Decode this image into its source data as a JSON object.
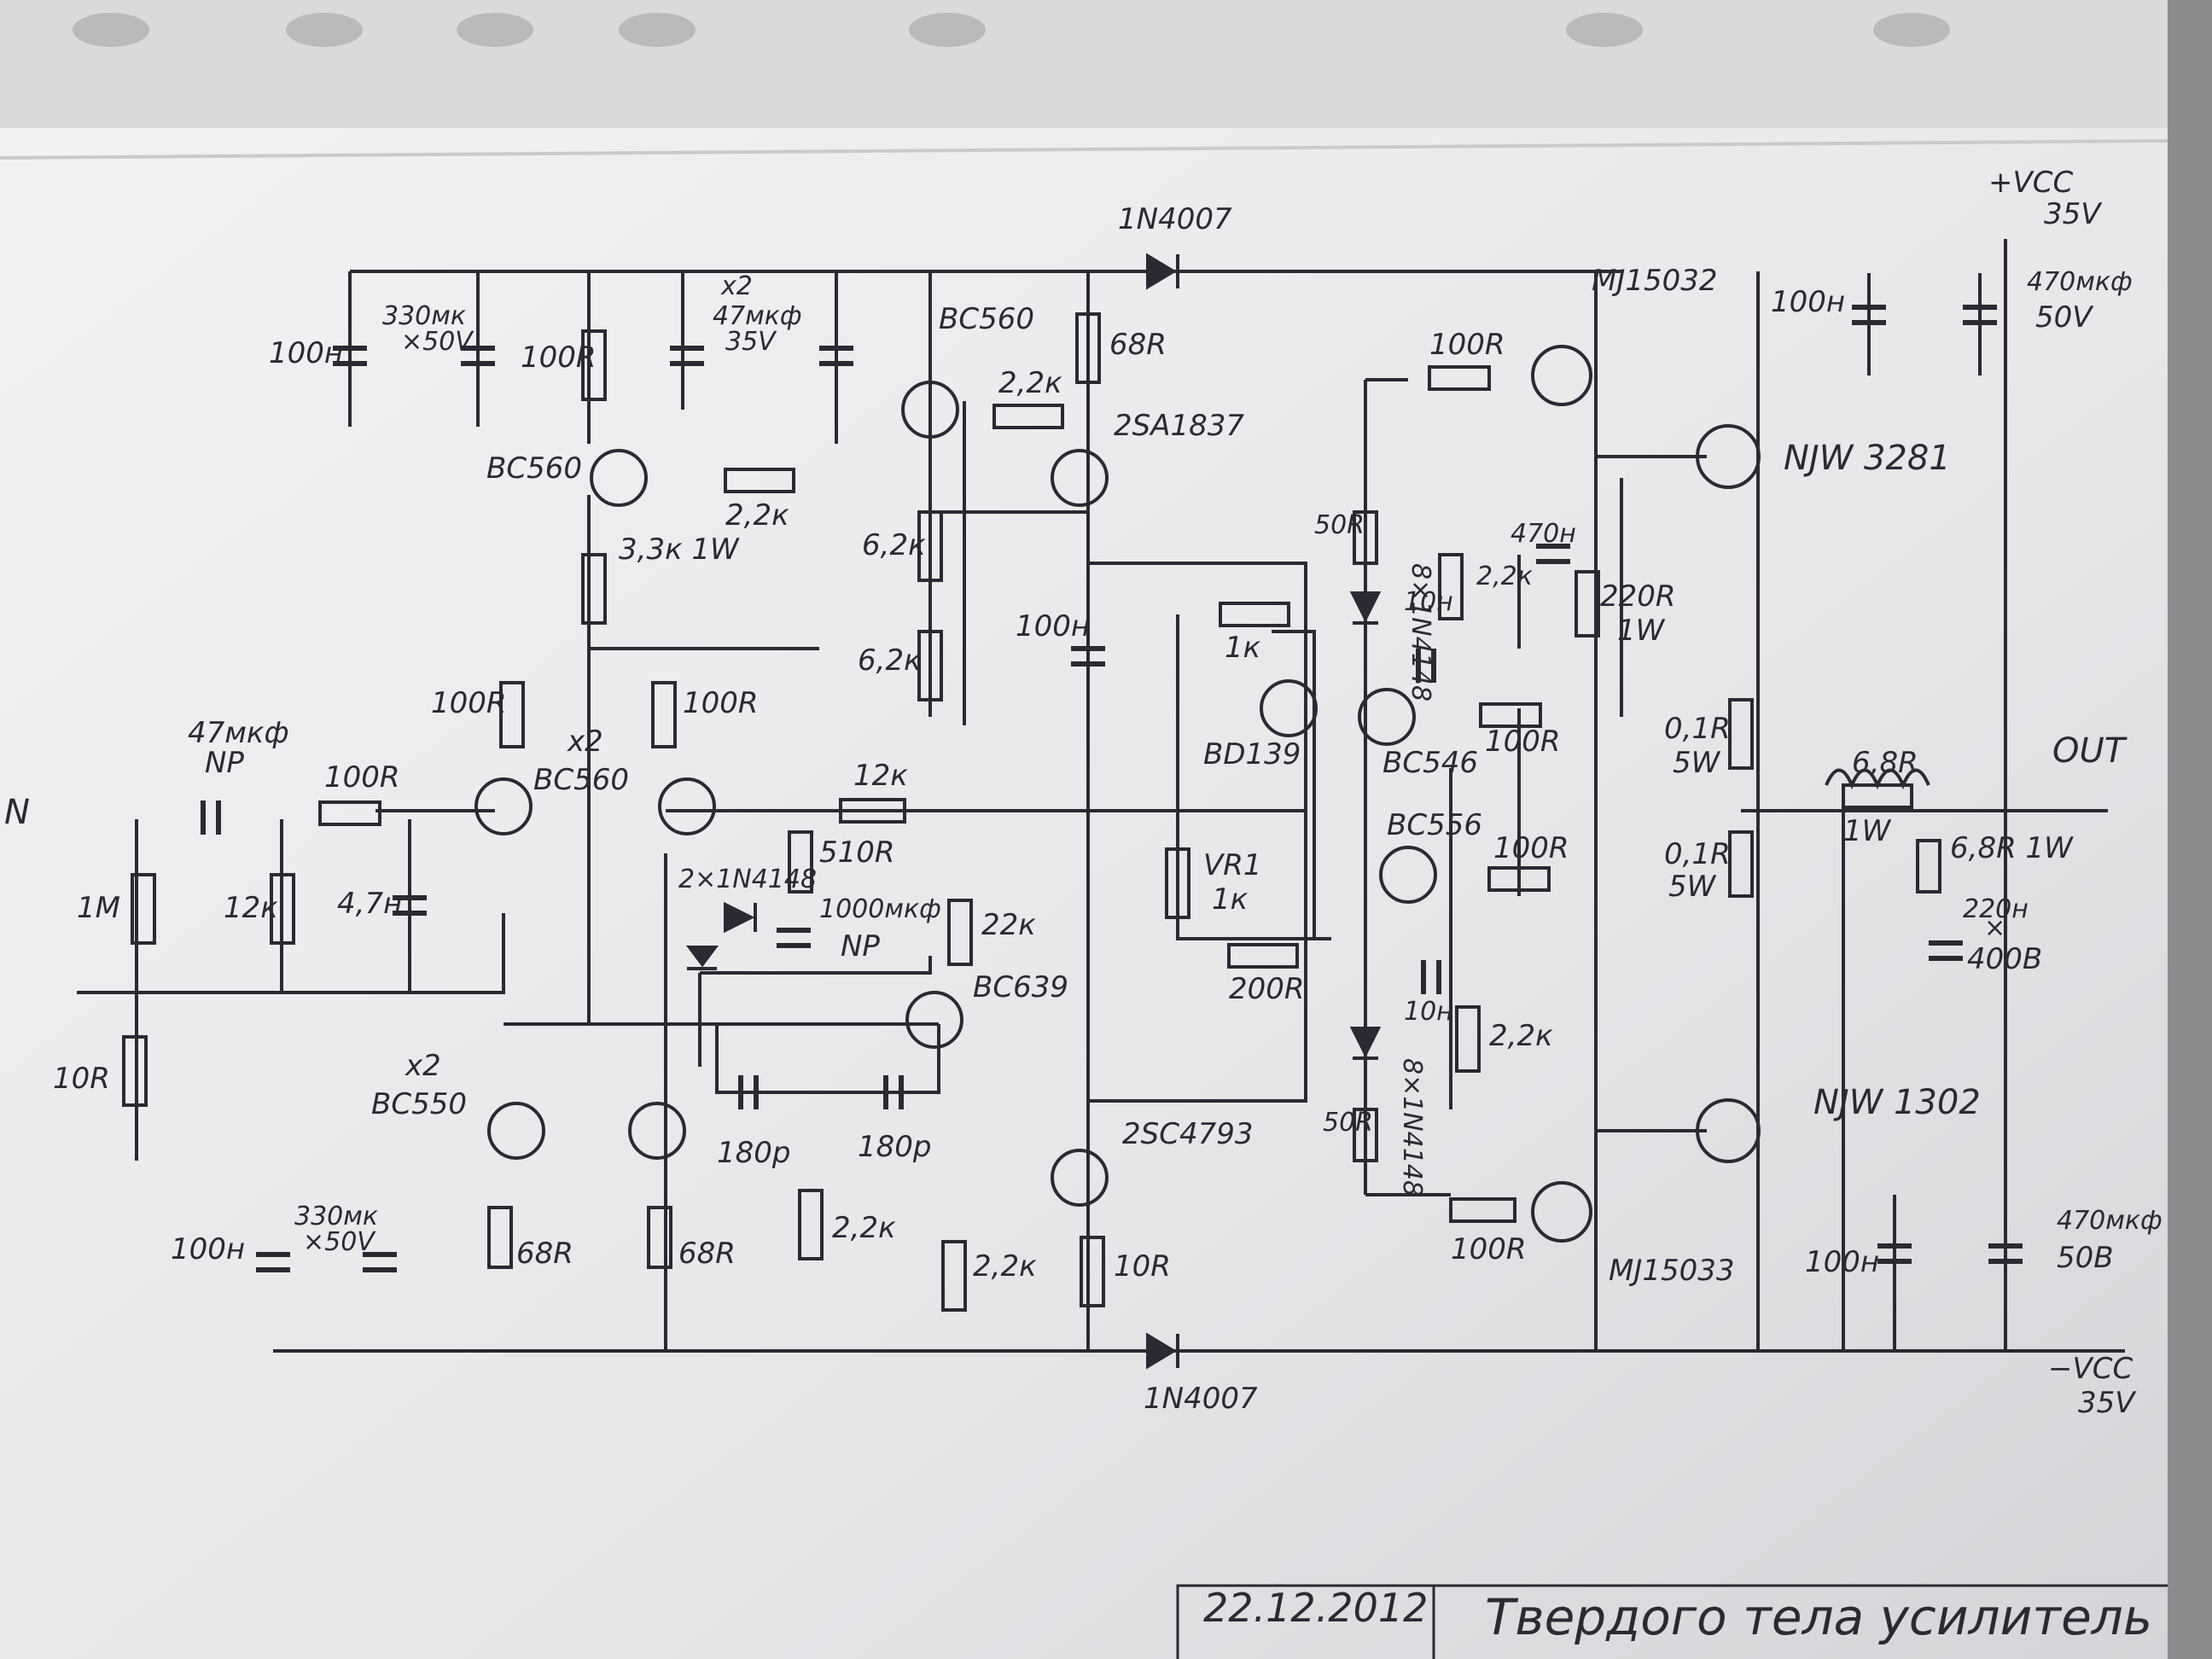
{
  "colors": {
    "paper": "#e9eaec",
    "ink": "#2a2a33",
    "plastic": "#d8d9da",
    "background": "#8a8c8e"
  },
  "title_block": {
    "date": "22.12.2012",
    "title": "Твердого тела усилитель"
  },
  "rails": {
    "pos_label": "+VCC",
    "pos_value": "35V",
    "neg_label": "−VCC",
    "neg_value": "35V",
    "diode_top": "1N4007",
    "diode_bottom": "1N4007"
  },
  "io": {
    "input": "N",
    "output": "OUT"
  },
  "transistors": {
    "q_bc560_top": "BC560",
    "q_bc560_mid": "BC560",
    "q_bc560_x2": "x2",
    "q_2sa1837": "2SA1837",
    "q_2sc4793": "2SC4793",
    "q_bc639": "BC639",
    "q_bc550_x2": "x2",
    "q_bc550": "BC550",
    "q_bd139": "BD139",
    "q_bc546": "BC546",
    "q_bc556": "BC556",
    "q_mj15032": "MJ15032",
    "q_mj15033": "MJ15033",
    "q_njw3281": "NJW 3281",
    "q_njw1302": "NJW 1302"
  },
  "components": {
    "c_100n_tl": "100н",
    "c_330u_a": "330мк",
    "c_330u_b": "×50V",
    "r_100r_top": "100R",
    "c_47u_x2": "x2",
    "c_47u_a": "47мкф",
    "c_47u_b": "35V",
    "r_68r_top": "68R",
    "r_2k2_a": "2,2к",
    "r_2k2_b": "2,2к",
    "r_6k2_a": "6,2к",
    "r_6k2_b": "6,2к",
    "r_3k3": "3,3к 1W",
    "c_100n_mid": "100н",
    "r_100r_la": "100R",
    "r_100r_lb": "100R",
    "c_47u_np_a": "47мкф",
    "c_47u_np_b": "NP",
    "r_100r_in": "100R",
    "r_1m": "1M",
    "r_12k_in": "12к",
    "c_47n": "4,7н",
    "r_10r_in": "10R",
    "r_12k_fb": "12к",
    "r_510r": "510R",
    "d_2x1n4148": "2×1N4148",
    "c_1000u_a": "1000мкф",
    "c_1000u_b": "NP",
    "r_22k": "22к",
    "c_180p_a": "180р",
    "c_180p_b": "180р",
    "r_2k2_c": "2,2к",
    "r_2k2_d": "2,2к",
    "r_10r_drv": "10R",
    "c_100n_bl": "100н",
    "c_330u_c": "330мк",
    "c_330u_d": "×50V",
    "r_68r_bl_a": "68R",
    "r_68r_bl_b": "68R",
    "r_1k": "1к",
    "vr1_a": "VR1",
    "vr1_b": "1к",
    "r_200r": "200R",
    "r_100r_up": "100R",
    "r_50r_up": "50R",
    "d_8x1n4148_up": "8×1N4148",
    "c_10n_up": "10н",
    "r_2k2_up": "2,2к",
    "c_470n": "470н",
    "r_220r_a": "220R",
    "r_220r_b": "1W",
    "r_100r_bc546": "100R",
    "r_100r_bc556": "100R",
    "c_10n_dn": "10н",
    "r_2k2_dn": "2,2к",
    "r_50r_dn": "50R",
    "d_8x1n4148_dn": "8×1N4148",
    "r_100r_dn": "100R",
    "r_01r_a1": "0,1R",
    "r_01r_a2": "5W",
    "r_01r_b1": "0,1R",
    "r_01r_b2": "5W",
    "r_68r_out": "6,8R",
    "r_68r_out_w": "1W",
    "r_68r_zob": "6,8R 1W",
    "c_220n_a": "220н",
    "c_220n_b": "×",
    "c_220n_c": "400В",
    "c_100n_tr": "100н",
    "c_470u_a": "470мкф",
    "c_470u_b": "50V",
    "c_100n_br": "100н",
    "c_470u_c": "470мкф",
    "c_470u_d": "50В"
  }
}
